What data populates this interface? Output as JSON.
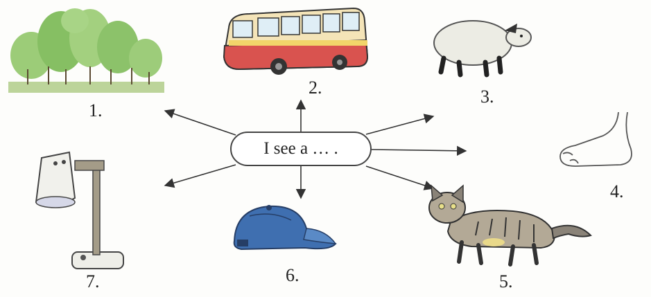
{
  "center_text": "I see a … .",
  "items": [
    {
      "number": "1.",
      "picture": "forest-trees"
    },
    {
      "number": "2.",
      "picture": "bus"
    },
    {
      "number": "3.",
      "picture": "sheep"
    },
    {
      "number": "4.",
      "picture": "foot"
    },
    {
      "number": "5.",
      "picture": "cat"
    },
    {
      "number": "6.",
      "picture": "cap"
    },
    {
      "number": "7.",
      "picture": "desk-lamp"
    }
  ],
  "colors": {
    "ink": "#333333",
    "tree_green": "#8cc26a",
    "bus_red": "#d9534f",
    "bus_yellow": "#f2d56a",
    "cap_blue": "#3f6fb0",
    "cat_grey": "#8a8378"
  }
}
